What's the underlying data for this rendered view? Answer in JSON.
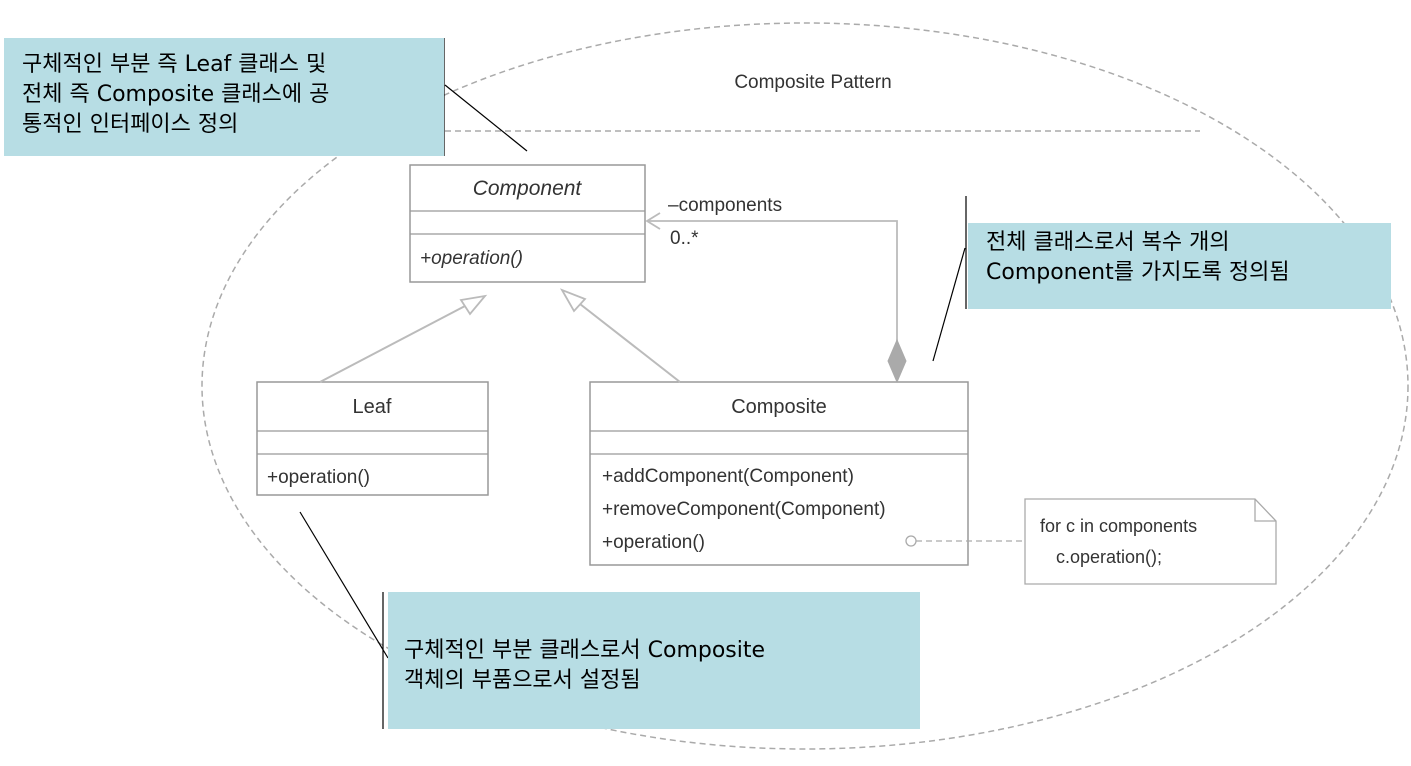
{
  "diagram": {
    "title": "Composite Pattern",
    "component": {
      "name": "Component",
      "operations": [
        "+operation()"
      ]
    },
    "leaf": {
      "name": "Leaf",
      "operations": [
        "+operation()"
      ]
    },
    "composite": {
      "name": "Composite",
      "operations": [
        "+addComponent(Component)",
        "+removeComponent(Component)",
        "+operation()"
      ]
    },
    "association": {
      "role": "–components",
      "multiplicity": "0..*"
    },
    "note": {
      "lines": [
        "for c in components",
        "c.operation();"
      ]
    }
  },
  "annotations": {
    "component": [
      "구체적인 부분 즉 Leaf 클래스 및",
      "전체 즉 Composite 클래스에 공",
      "통적인 인터페이스 정의"
    ],
    "composite": [
      "전체 클래스로서 복수 개의",
      "Component를 가지도록 정의됨"
    ],
    "leaf": [
      "구체적인 부분 클래스로서 Composite",
      "객체의 부품으로서 설정됨"
    ]
  },
  "colors": {
    "callout_fill": "#b7dde4",
    "class_border": "#999999",
    "ellipse_stroke": "#aaaaaa"
  }
}
